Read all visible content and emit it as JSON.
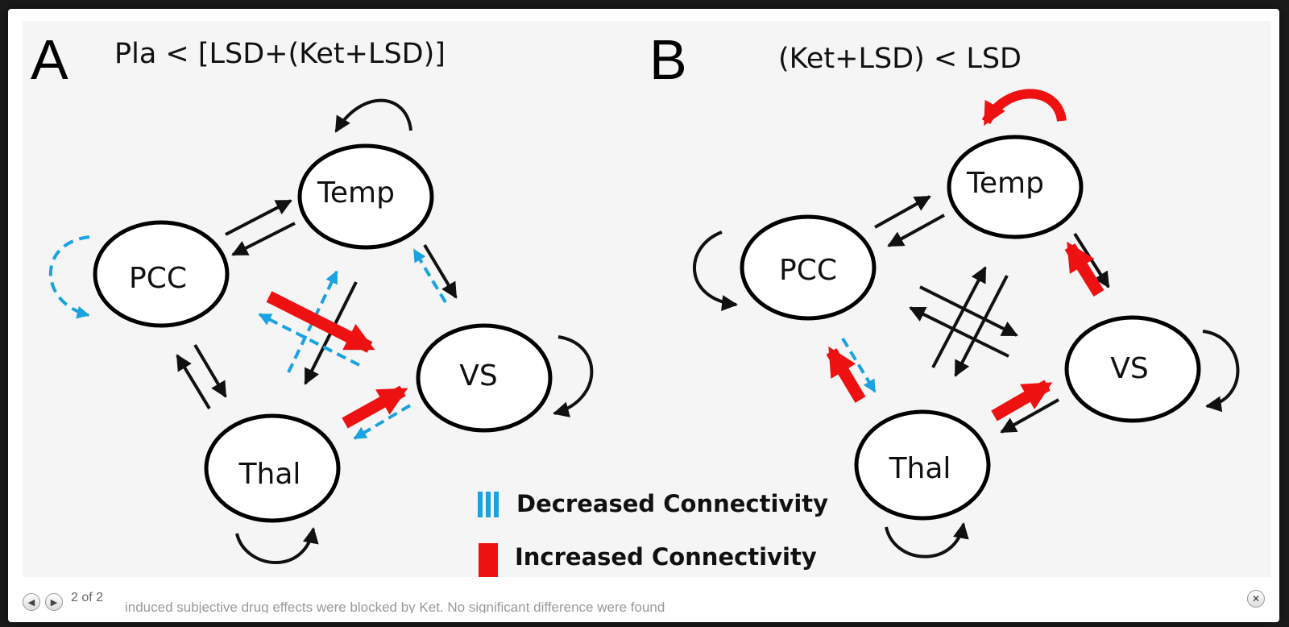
{
  "figure": {
    "panel_a": {
      "letter": "A",
      "title": "Pla < [LSD+(Ket+LSD)]",
      "nodes": {
        "temp": "Temp",
        "pcc": "PCC",
        "vs": "VS",
        "thal": "Thal"
      }
    },
    "panel_b": {
      "letter": "B",
      "title": "(Ket+LSD) < LSD",
      "nodes": {
        "temp": "Temp",
        "pcc": "PCC",
        "vs": "VS",
        "thal": "Thal"
      }
    },
    "legend": {
      "decreased": "Decreased Connectivity",
      "increased": "Increased Connectivity"
    },
    "colors": {
      "decreased": "#1aa3e0",
      "increased": "#ee1111",
      "unchanged": "#111111"
    }
  },
  "navigation": {
    "prev_icon": "arrow-left-icon",
    "next_icon": "arrow-right-icon",
    "counter": "2 of 2",
    "close_icon": "close-icon"
  },
  "caption_peek": "induced subjective drug effects were blocked by Ket. No significant difference were found"
}
